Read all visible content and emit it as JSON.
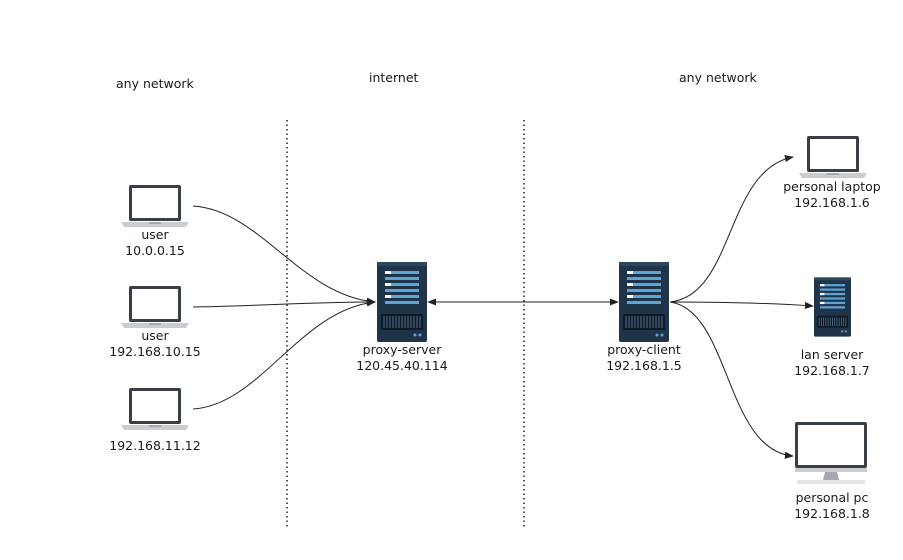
{
  "sections": {
    "left": "any network",
    "middle": "internet",
    "right": "any network"
  },
  "nodes": {
    "user1": {
      "name": "user",
      "ip": "10.0.0.15",
      "icon": "laptop-icon"
    },
    "user2": {
      "name": "user",
      "ip": "192.168.10.15",
      "icon": "laptop-icon"
    },
    "user3": {
      "ip": "192.168.11.12",
      "icon": "laptop-icon"
    },
    "proxy_server": {
      "name": "proxy-server",
      "ip": "120.45.40.114",
      "icon": "server-icon"
    },
    "proxy_client": {
      "name": "proxy-client",
      "ip": "192.168.1.5",
      "icon": "server-icon"
    },
    "laptop": {
      "name": "personal laptop",
      "ip": "192.168.1.6",
      "icon": "laptop-icon"
    },
    "lan_server": {
      "name": "lan server",
      "ip": "192.168.1.7",
      "icon": "server-icon"
    },
    "pc": {
      "name": "personal pc",
      "ip": "192.168.1.8",
      "icon": "monitor-icon"
    }
  },
  "edges": [
    {
      "from": "user1",
      "to": "proxy_server",
      "arrow": "end"
    },
    {
      "from": "user2",
      "to": "proxy_server",
      "arrow": "end"
    },
    {
      "from": "user3",
      "to": "proxy_server",
      "arrow": "end"
    },
    {
      "from": "proxy_server",
      "to": "proxy_client",
      "arrow": "both"
    },
    {
      "from": "proxy_client",
      "to": "laptop",
      "arrow": "end"
    },
    {
      "from": "proxy_client",
      "to": "lan_server",
      "arrow": "end"
    },
    {
      "from": "proxy_client",
      "to": "pc",
      "arrow": "end"
    }
  ],
  "colors": {
    "device_body": "#3a3f47",
    "server_body": "#1f3448",
    "server_stripe": "#5ea4d6",
    "line": "#222222"
  }
}
